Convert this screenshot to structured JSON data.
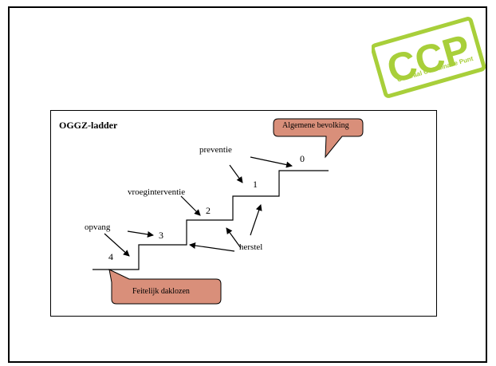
{
  "logo": {
    "text": "CCP",
    "subtitle": "Centraal Coördinatie Punt",
    "color": "#a8cf3a"
  },
  "diagram": {
    "title": "OGGZ-ladder",
    "callouts": {
      "top": "Algemene bevolking",
      "bottom": "Feitelijk daklozen",
      "fill": "#d98f7a"
    },
    "labels": {
      "preventie": "preventie",
      "vroeginterventie": "vroeginterventie",
      "opvang": "opvang",
      "herstel": "herstel"
    },
    "steps": [
      "0",
      "1",
      "2",
      "3",
      "4"
    ]
  }
}
